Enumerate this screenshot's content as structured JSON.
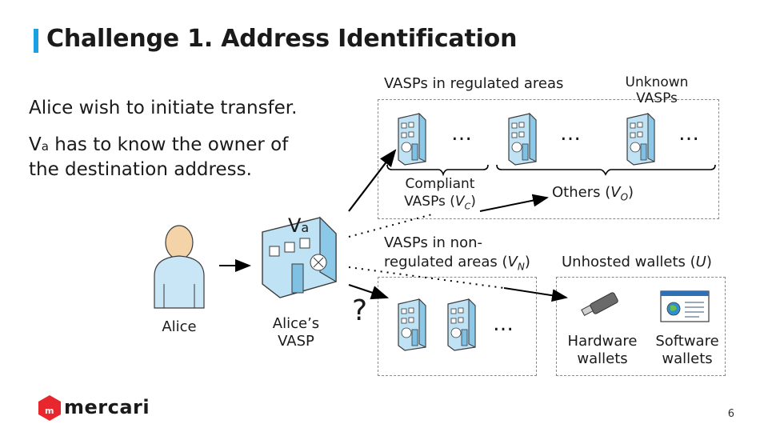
{
  "title": "Challenge 1. Address Identification",
  "body": {
    "line1": "Alice wish to initiate transfer.",
    "line2_prefix": "V",
    "line2_sub": "a",
    "line2_rest": " has to know the owner of",
    "line3": "the destination address."
  },
  "diagram": {
    "alice_label": "Alice",
    "alice_vasp_label_line1": "Alice’s",
    "alice_vasp_label_line2": "VASP",
    "va_label": "V",
    "va_sub": "a",
    "regulated_title": "VASPs in regulated areas",
    "unknown_line1": "Unknown",
    "unknown_line2": "VASPs",
    "compliant_line1": "Compliant",
    "compliant_line2_prefix": "VASPs (",
    "compliant_var": "V",
    "compliant_sub": "C",
    "compliant_close": ")",
    "others_prefix": "Others (",
    "others_var": "V",
    "others_sub": "O",
    "others_close": ")",
    "nonreg_line1": "VASPs in non-",
    "nonreg_line2_prefix": "regulated areas (",
    "nonreg_var": "V",
    "nonreg_sub": "N",
    "nonreg_close": ")",
    "unhosted_prefix": "Unhosted wallets (",
    "unhosted_var": "U",
    "unhosted_close": ")",
    "hardware_line1": "Hardware",
    "hardware_line2": "wallets",
    "software_line1": "Software",
    "software_line2": "wallets",
    "ellipsis": "…",
    "question": "?"
  },
  "footer": {
    "logo_text": "mercari",
    "page_number": "6"
  },
  "colors": {
    "accent": "#1ba0e2",
    "building": "#a9d7ef",
    "building_dark": "#7fc0e3",
    "logo_red": "#e8262d"
  }
}
